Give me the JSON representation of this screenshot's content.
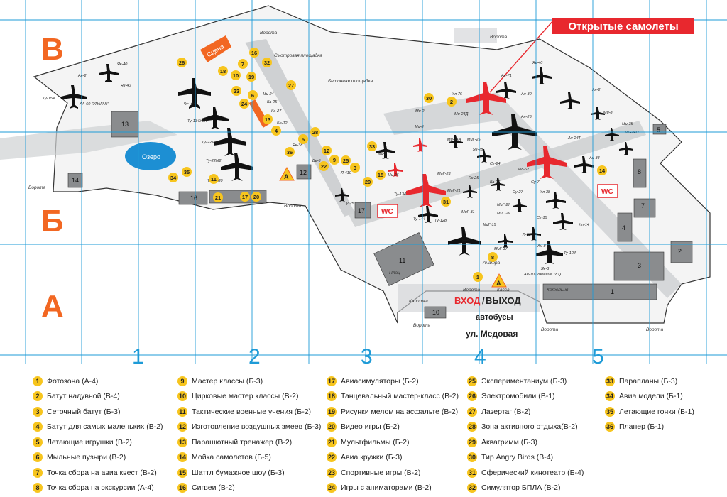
{
  "rows": [
    "В",
    "Б",
    "А"
  ],
  "cols": [
    "1",
    "2",
    "3",
    "4",
    "5"
  ],
  "badge": "Открытые самолеты",
  "stage_label": "Сцена",
  "lake_label": "Озеро",
  "entrance": {
    "in": "ВХОД",
    "slash": "/",
    "out": "ВЫХОД"
  },
  "labels": {
    "gate": "Ворота",
    "kassa": "Касса",
    "kalitka": "Калитка",
    "buses": "автобусы",
    "street": "ул. Медовая",
    "viewing": "Смотровая площадка",
    "concrete": "Бетонная площадка",
    "plats": "Плац",
    "kotelnaya": "Котельня",
    "anatra": "Анатра",
    "wc": "WC",
    "a_marker": "А"
  },
  "planes": [
    "Ан-2",
    "Як-40",
    "Як-40",
    "Ту-154",
    "АА-60 \"УРАГАН\"",
    "Ту-142",
    "Ту-134УБЛ",
    "Ту-22М3",
    "Ту-22М2",
    "Ту-22М0",
    "Ми-24",
    "Ка-25",
    "Ка-27",
    "Бе-12",
    "Як-38",
    "Бе-6",
    "Л-410",
    "Ми-6",
    "Ми-26",
    "Ми-2",
    "Ми-8",
    "Ми-24А",
    "Ми-24Д",
    "Ил-76",
    "Ан-71",
    "Як-40",
    "Ан-30",
    "Ан-26",
    "Ан-2",
    "Ми-8",
    "Ми-35",
    "Ми-24П",
    "Ан-24Т",
    "Ан-34",
    "Ил-62",
    "Як-28",
    "Су-24",
    "Ту-134",
    "МиГ-25",
    "МиГ-23",
    "Як-25",
    "МиГ-21",
    "Ка-26",
    "Ту-128",
    "Су-27",
    "МиГ-29",
    "Су-15",
    "Ил-38",
    "Ил-14",
    "Су-25",
    "Ту-104",
    "Л-39",
    "Ан-8",
    "Ту-95",
    "Як-3",
    "Ан-10 (Изделие 181)",
    "Ту-144",
    "МиГ-31",
    "МиГ-27",
    "МиГ-17",
    "МиГ-15",
    "Су-7"
  ],
  "legend": [
    {
      "n": "1",
      "t": "Фотозона (А-4)"
    },
    {
      "n": "2",
      "t": "Батут надувной (В-4)"
    },
    {
      "n": "3",
      "t": "Сеточный батут (Б-3)"
    },
    {
      "n": "4",
      "t": "Батут для самых маленьких (В-2)"
    },
    {
      "n": "5",
      "t": "Летающие игрушки (В-2)"
    },
    {
      "n": "6",
      "t": "Мыльные пузыри (В-2)"
    },
    {
      "n": "7",
      "t": "Точка сбора на авиа квест (В-2)"
    },
    {
      "n": "8",
      "t": "Точка сбора на экскурсии (А-4)"
    },
    {
      "n": "9",
      "t": "Мастер классы (Б-3)"
    },
    {
      "n": "10",
      "t": "Цирковые мастер классы (В-2)"
    },
    {
      "n": "11",
      "t": "Тактические военные учения (Б-2)"
    },
    {
      "n": "12",
      "t": "Изготовление воздушных змеев (Б-3)"
    },
    {
      "n": "13",
      "t": "Парашютный тренажер (В-2)"
    },
    {
      "n": "14",
      "t": "Мойка самолетов (Б-5)"
    },
    {
      "n": "15",
      "t": "Шаттл бумажное шоу (Б-3)"
    },
    {
      "n": "16",
      "t": "Сигвеи (В-2)"
    },
    {
      "n": "17",
      "t": "Авиасимуляторы (Б-2)"
    },
    {
      "n": "18",
      "t": "Танцевальный мастер-класс (В-2)"
    },
    {
      "n": "19",
      "t": "Рисунки мелом на асфальте (В-2)"
    },
    {
      "n": "20",
      "t": "Видео игры (Б-2)"
    },
    {
      "n": "21",
      "t": "Мультфильмы (Б-2)"
    },
    {
      "n": "22",
      "t": "Авиа кружки (Б-3)"
    },
    {
      "n": "23",
      "t": "Спортивные игры (В-2)"
    },
    {
      "n": "24",
      "t": "Игры с аниматорами (В-2)"
    },
    {
      "n": "25",
      "t": "Экспериментаниум (Б-3)"
    },
    {
      "n": "26",
      "t": "Электромобили (В-1)"
    },
    {
      "n": "27",
      "t": "Лазертаг (В-2)"
    },
    {
      "n": "28",
      "t": "Зона активного отдыха(В-2)"
    },
    {
      "n": "29",
      "t": "Аквагримм (Б-3)"
    },
    {
      "n": "30",
      "t": "Тир Angry Birds (В-4)"
    },
    {
      "n": "31",
      "t": "Сферический кинотеатр (Б-4)"
    },
    {
      "n": "32",
      "t": "Симулятор БПЛА (В-2)"
    },
    {
      "n": "33",
      "t": "Парапланы (Б-3)"
    },
    {
      "n": "34",
      "t": "Авиа модели (Б-1)"
    },
    {
      "n": "35",
      "t": "Летающие гонки (Б-1)"
    },
    {
      "n": "36",
      "t": "Планер (Б-1)"
    }
  ],
  "colors": {
    "grid": "#1e9bd7",
    "orange": "#f26722",
    "red": "#e8282e",
    "yellow": "#f7c51e",
    "road": "#cfd1d3",
    "lake": "#1d8fd3",
    "building": "#8a8c8e"
  }
}
